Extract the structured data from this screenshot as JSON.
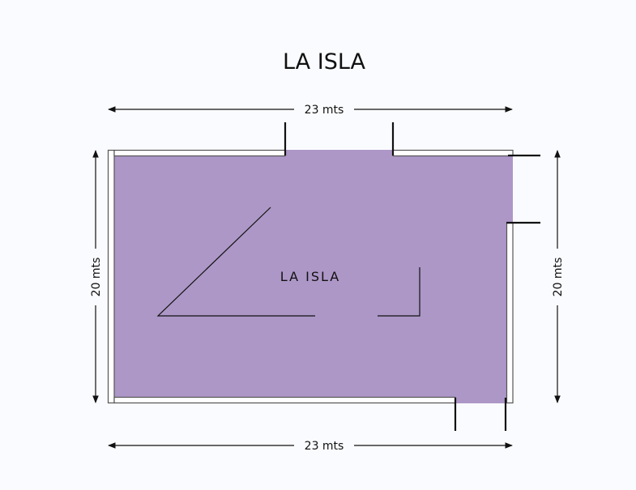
{
  "title": "LA ISLA",
  "room_label": "LA ISLA",
  "dimensions": {
    "top": "23 mts",
    "bottom": "23 mts",
    "left": "20 mts",
    "right": "20 mts"
  },
  "colors": {
    "floor": "#ad97c7",
    "background": "#fafbfe",
    "wall": "#555555"
  }
}
